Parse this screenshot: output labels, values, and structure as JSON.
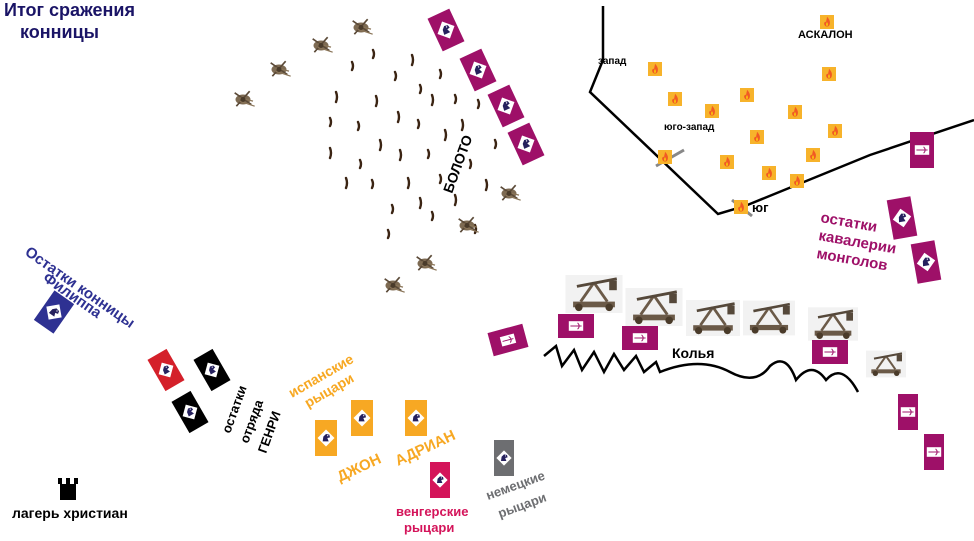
{
  "title": {
    "line1": "Итог сражения",
    "line2": "конницы"
  },
  "labels": {
    "swamp": "БОЛОТО",
    "ascalon": "АСКАЛОН",
    "west": "запад",
    "southwest": "юго-запад",
    "south": "юг",
    "stakes": "Колья",
    "philip": {
      "line1": "Остатки конницы",
      "line2": "Филиппа"
    },
    "mongols": {
      "line1": "остатки",
      "line2": "кавалерии",
      "line3": "монголов"
    },
    "henry": {
      "line1": "остатки",
      "line2": "отряда",
      "line3": "ГЕНРИ"
    },
    "spanish": {
      "line1": "испанские",
      "line2": "рыцари"
    },
    "john": "ДЖОН",
    "adrian": "АДРИАН",
    "hungarian": {
      "line1": "венгерские",
      "line2": "рыцари"
    },
    "german": {
      "line1": "немецкие",
      "line2": "рыцари"
    },
    "camp": "лагерь христиан"
  },
  "colors": {
    "title": "#1a1466",
    "philip": "#2e3192",
    "mongol": "#9e1068",
    "henry": "#000000",
    "henry_red": "#d4202a",
    "spanish": "#f7a823",
    "hungarian": "#d4145a",
    "german": "#6d6e71",
    "fire": "#f7931e",
    "mud": "#3b2413"
  },
  "icons": [
    "fire-icon",
    "catapult-icon",
    "castle-icon",
    "knight-unit-icon",
    "archer-unit-icon",
    "trebuchet-icon"
  ]
}
